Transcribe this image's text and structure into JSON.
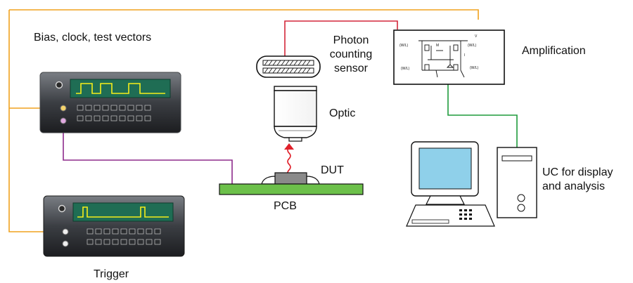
{
  "labels": {
    "bias": "Bias, clock, test vectors",
    "trigger": "Trigger",
    "sensor_line1": "Photon",
    "sensor_line2": "counting",
    "sensor_line3": "sensor",
    "optic": "Optic",
    "amplification": "Amplification",
    "dut": "DUT",
    "pcb": "PCB",
    "uc_line1": "UC for display",
    "uc_line2": "and analysis"
  },
  "colors": {
    "wire_orange": "#f0a21e",
    "wire_red": "#d3273a",
    "wire_purple": "#8e2b8c",
    "wire_green": "#1e9b3c",
    "pcb_green": "#6cc04a",
    "screen_lcd": "#1f6d54",
    "waveform": "#f6ee1a",
    "monitor_screen": "#8fd0ea"
  },
  "icons": {
    "generator_top": "signal-generator-icon",
    "generator_bottom": "signal-generator-icon",
    "sensor": "photon-sensor-icon",
    "optic": "microscope-objective-icon",
    "photon": "photon-emission-icon",
    "amplifier": "amplifier-circuit-icon",
    "computer": "desktop-computer-icon"
  }
}
